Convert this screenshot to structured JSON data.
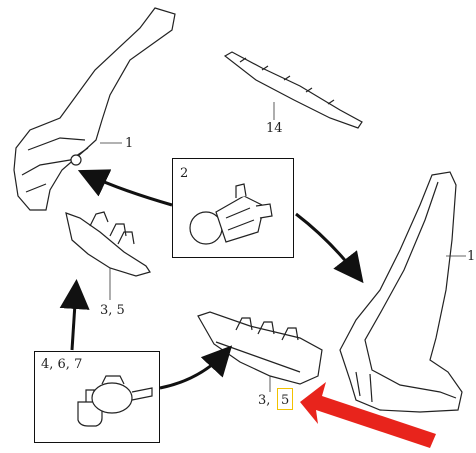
{
  "labels": {
    "part_upper_left": "1",
    "part_right": "1",
    "part_top_right": "14",
    "inset_bulb": "2",
    "inset_socket": "4, 6, 7",
    "lamp_upper": "3, 5",
    "lamp_lower_num": "3,",
    "lamp_lower_highlight": "5"
  },
  "colors": {
    "line": "#111111",
    "arrow_red": "#e8241c",
    "highlight": "#f2c200"
  }
}
